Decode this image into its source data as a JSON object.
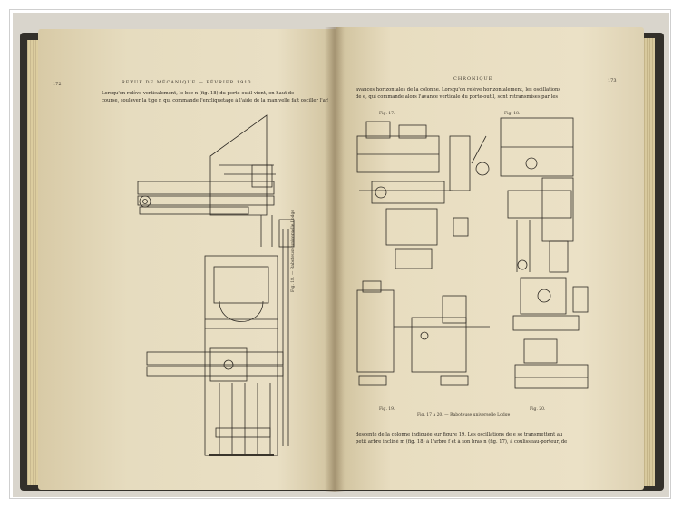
{
  "book": {
    "left_page": {
      "page_number": "172",
      "running_header": "REVUE DE MÉCANIQUE — FÉVRIER 1913",
      "text_lines": [
        "Lorsqu'on relève verticalement, le bec n (fig. 18) du porte-outil vient, en haut de",
        "course, soulever la tige r, qui commande l'encliquetage à l'aide de la manivelle fait osciller l'arbre e, qui commande les"
      ],
      "figure_caption": "Fig. 18. — Raboteuse universelle Lodge"
    },
    "right_page": {
      "page_number": "173",
      "running_header": "CHRONIQUE",
      "text_lines": [
        "avances horizontales de la colonne. Lorsqu'on relève horizontalement, les oscillations",
        "de e, qui commande alors l'avance verticale du porte-outil, sont retransmises par les"
      ],
      "figure_labels": [
        "Fig. 17.",
        "Fig. 18.",
        "Fig. 19.",
        "Fig. 20."
      ],
      "figure_caption": "Fig. 17 à 20. — Raboteuse universelle Lodge",
      "bottom_lines": [
        "descente de la colonne indiquée sur figure 19. Les oscillations de e se transmettent au",
        "petit arbre incliné m (fig. 18) à l'arbre f et à son bras n (fig. 17), à coulisseau-porteur, de"
      ]
    }
  }
}
